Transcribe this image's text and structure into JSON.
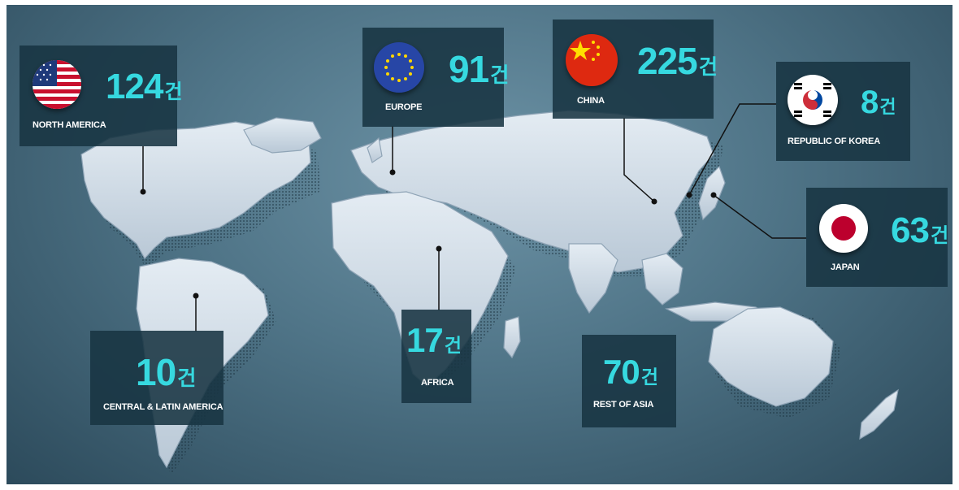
{
  "unit": "건",
  "regions": {
    "north_america": {
      "label": "NORTH AMERICA",
      "count": "124",
      "flag": "usa-flag-icon"
    },
    "europe": {
      "label": "EUROPE",
      "count": "91",
      "flag": "eu-flag-icon"
    },
    "china": {
      "label": "CHINA",
      "count": "225",
      "flag": "china-flag-icon"
    },
    "korea": {
      "label": "REPUBLIC OF KOREA",
      "count": "8",
      "flag": "korea-flag-icon"
    },
    "japan": {
      "label": "JAPAN",
      "count": "63",
      "flag": "japan-flag-icon"
    },
    "latin_america": {
      "label": "CENTRAL & LATIN AMERICA",
      "count": "10"
    },
    "africa": {
      "label": "AFRICA",
      "count": "17"
    },
    "rest_of_asia": {
      "label": "REST OF ASIA",
      "count": "70"
    }
  },
  "colors": {
    "accent": "#36d9e0",
    "panel": "#183442",
    "land": "#c9d6e2",
    "ocean": "#4f7487"
  }
}
